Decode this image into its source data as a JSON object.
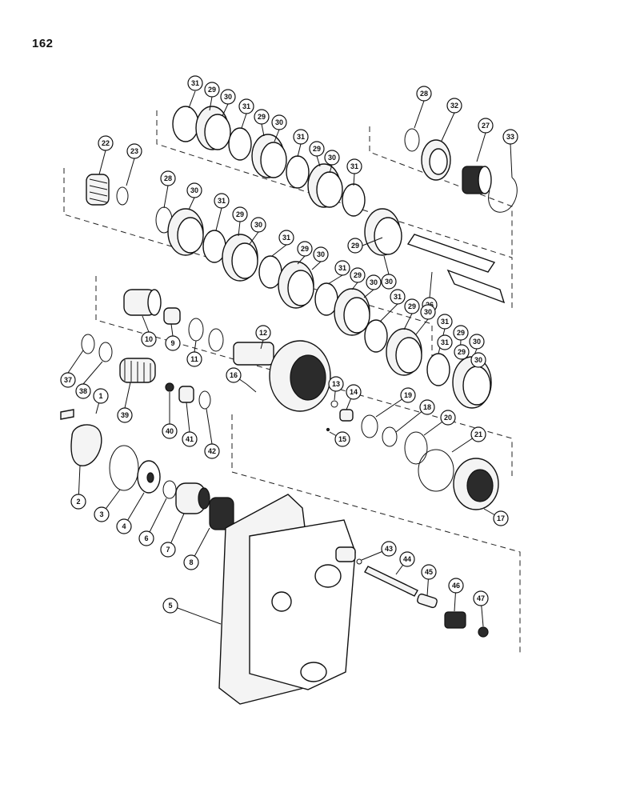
{
  "page": {
    "number": "162"
  },
  "callouts": [
    "31",
    "29",
    "30",
    "31",
    "29",
    "30",
    "31",
    "29",
    "30",
    "31",
    "28",
    "32",
    "27",
    "33",
    "22",
    "23",
    "28",
    "30",
    "31",
    "29",
    "30",
    "31",
    "29",
    "30",
    "31",
    "29",
    "30",
    "29",
    "30",
    "26",
    "10",
    "9",
    "11",
    "12",
    "31",
    "29",
    "30",
    "31",
    "29",
    "30",
    "31",
    "29",
    "30",
    "37",
    "38",
    "1",
    "39",
    "40",
    "41",
    "42",
    "16",
    "13",
    "14",
    "19",
    "18",
    "15",
    "20",
    "21",
    "2",
    "3",
    "4",
    "6",
    "7",
    "8",
    "17",
    "43",
    "44",
    "45",
    "46",
    "47",
    "5"
  ]
}
